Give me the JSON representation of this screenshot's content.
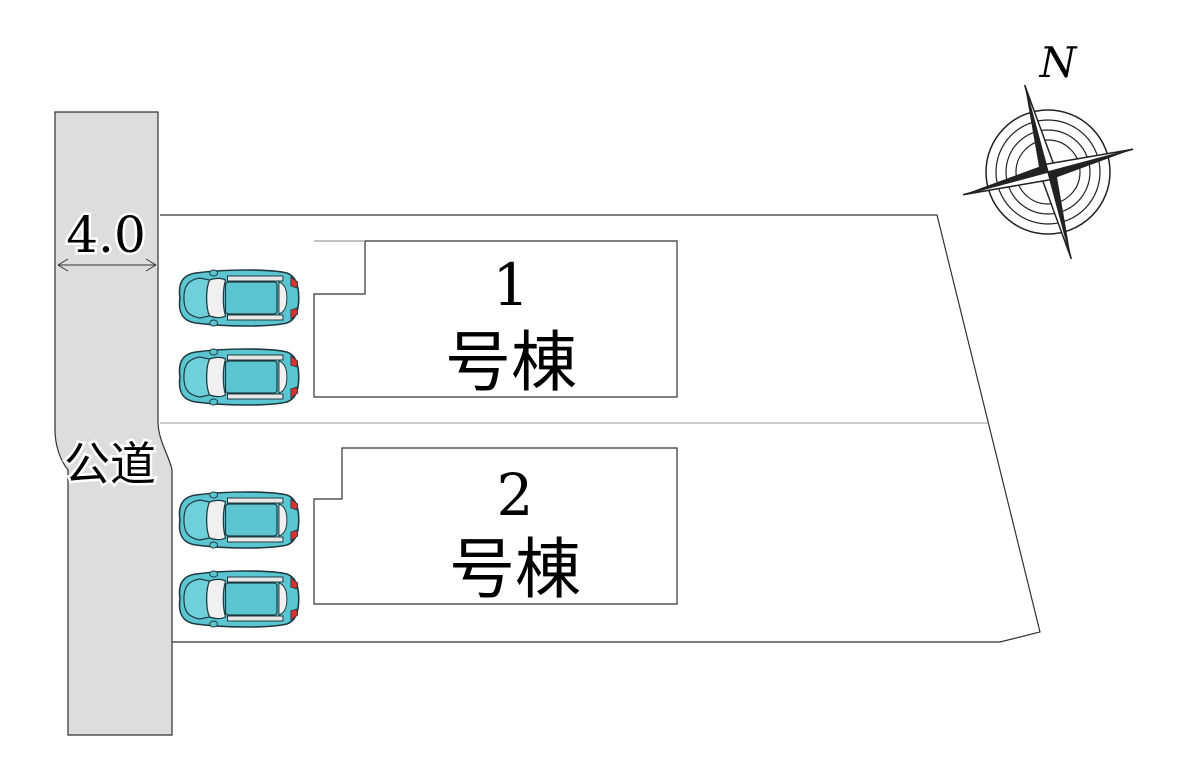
{
  "road": {
    "width_label": "4.0",
    "name": "公道",
    "fill_color": "#dddddd"
  },
  "lots": [
    {
      "number": "1",
      "label": "号棟",
      "parking_spaces": 2
    },
    {
      "number": "2",
      "label": "号棟",
      "parking_spaces": 2
    }
  ],
  "compass": {
    "north_label": "N"
  },
  "colors": {
    "car_body": "#5bc6d2",
    "car_tail_light": "#d9312b",
    "line": "#222222"
  }
}
